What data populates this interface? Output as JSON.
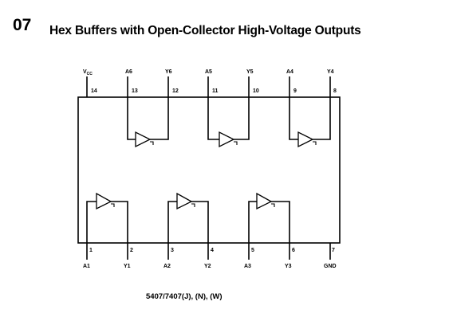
{
  "header": {
    "number": "07",
    "title": "Hex Buffers with Open-Collector High-Voltage Outputs"
  },
  "top_pins": [
    {
      "name": "VCC",
      "label": "V",
      "sub": "CC",
      "number": "14"
    },
    {
      "name": "A6",
      "label": "A6",
      "number": "13"
    },
    {
      "name": "Y6",
      "label": "Y6",
      "number": "12"
    },
    {
      "name": "A5",
      "label": "A5",
      "number": "11"
    },
    {
      "name": "Y5",
      "label": "Y5",
      "number": "10"
    },
    {
      "name": "A4",
      "label": "A4",
      "number": "9"
    },
    {
      "name": "Y4",
      "label": "Y4",
      "number": "8"
    }
  ],
  "bottom_pins": [
    {
      "name": "A1",
      "label": "A1",
      "number": "1"
    },
    {
      "name": "Y1",
      "label": "Y1",
      "number": "2"
    },
    {
      "name": "A2",
      "label": "A2",
      "number": "3"
    },
    {
      "name": "Y2",
      "label": "Y2",
      "number": "4"
    },
    {
      "name": "A3",
      "label": "A3",
      "number": "5"
    },
    {
      "name": "Y3",
      "label": "Y3",
      "number": "6"
    },
    {
      "name": "GND",
      "label": "GND",
      "number": "7"
    }
  ],
  "caption": "5407/7407(J), (N), (W)"
}
